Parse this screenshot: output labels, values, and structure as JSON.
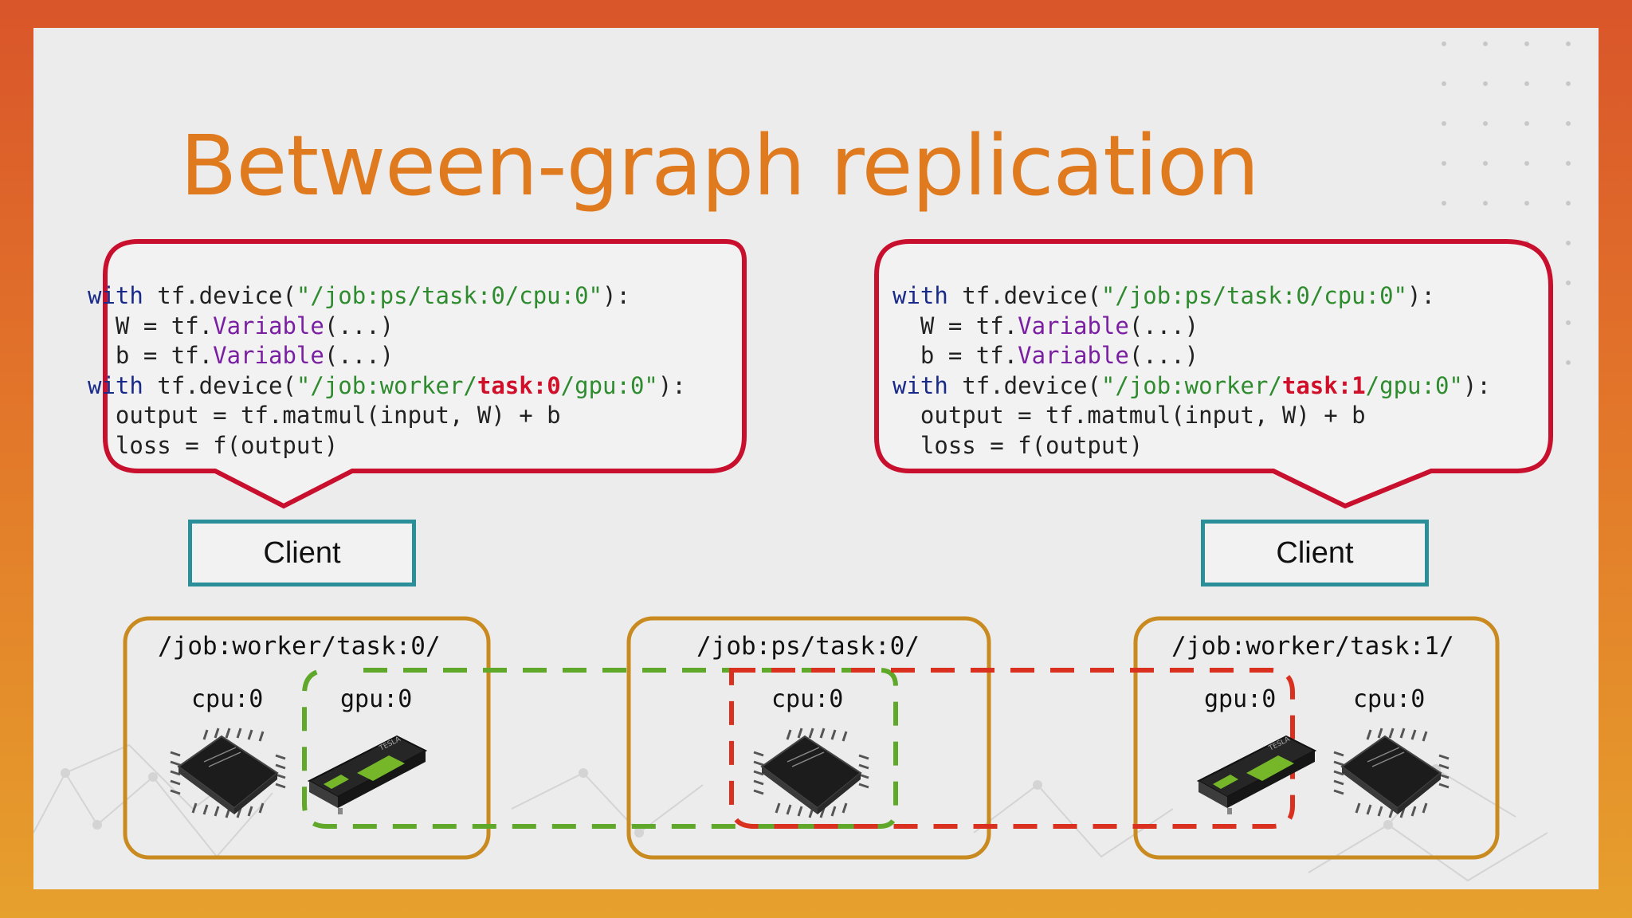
{
  "title": "Between-graph replication",
  "colors": {
    "title": "#e07a1f",
    "speech_border": "#c8102e",
    "client_border": "#2b8f99",
    "job_border": "#c98a1f",
    "green_dash": "#5fa82a",
    "red_dash": "#d9301f"
  },
  "left_code": {
    "l1_kw": "with",
    "l1_a": " tf.device(",
    "l1_str": "\"/job:ps/task:0/cpu:0\"",
    "l1_end": "):",
    "l2_a": "  W = tf.",
    "l2_fn": "Variable",
    "l2_b": "(...)",
    "l3_a": "  b = tf.",
    "l3_fn": "Variable",
    "l3_b": "(...)",
    "l4_kw": "with",
    "l4_a": " tf.device(",
    "l4_str1": "\"/job:worker/",
    "l4_hl": "task:0",
    "l4_str2": "/gpu:0\"",
    "l4_end": "):",
    "l5": "  output = tf.matmul(input, W) + b",
    "l6": "  loss = f(output)"
  },
  "right_code": {
    "l1_kw": "with",
    "l1_a": " tf.device(",
    "l1_str": "\"/job:ps/task:0/cpu:0\"",
    "l1_end": "):",
    "l2_a": "  W = tf.",
    "l2_fn": "Variable",
    "l2_b": "(...)",
    "l3_a": "  b = tf.",
    "l3_fn": "Variable",
    "l3_b": "(...)",
    "l4_kw": "with",
    "l4_a": " tf.device(",
    "l4_str1": "\"/job:worker/",
    "l4_hl": "task:1",
    "l4_str2": "/gpu:0\"",
    "l4_end": "):",
    "l5": "  output = tf.matmul(input, W) + b",
    "l6": "  loss = f(output)"
  },
  "clients": {
    "left": "Client",
    "right": "Client"
  },
  "jobs": {
    "worker0": {
      "label": "/job:worker/task:0/",
      "cpu": "cpu:0",
      "gpu": "gpu:0"
    },
    "ps0": {
      "label": "/job:ps/task:0/",
      "cpu": "cpu:0"
    },
    "worker1": {
      "label": "/job:worker/task:1/",
      "gpu": "gpu:0",
      "cpu": "cpu:0"
    }
  },
  "icons": [
    "cpu-chip-icon",
    "gpu-card-icon"
  ]
}
